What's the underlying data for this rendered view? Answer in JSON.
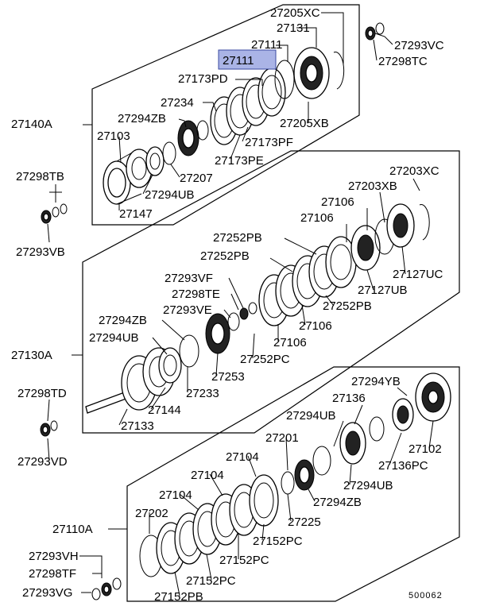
{
  "doc_id": "500062",
  "groups": {
    "upper": {
      "id": "27140A"
    },
    "middle": {
      "id": "27130A"
    },
    "lower": {
      "id": "27110A"
    }
  },
  "highlighted_part": "27111",
  "labels": {
    "p27205XC": "27205XC",
    "p27131": "27131",
    "p27111": "27111",
    "p27111hl": "27111",
    "p27173PD": "27173PD",
    "p27234": "27234",
    "p27294ZB_a": "27294ZB",
    "p27103": "27103",
    "p27205XB": "27205XB",
    "p27173PF": "27173PF",
    "p27173PE": "27173PE",
    "p27207": "27207",
    "p27294UB_a": "27294UB",
    "p27147": "27147",
    "p27293VC": "27293VC",
    "p27298TC": "27298TC",
    "p27298TB": "27298TB",
    "p27293VB": "27293VB",
    "p27203XC": "27203XC",
    "p27203XB": "27203XB",
    "p27106_a": "27106",
    "p27106_b": "27106",
    "p27252PB_a": "27252PB",
    "p27252PB_b": "27252PB",
    "p27127UC": "27127UC",
    "p27127UB": "27127UB",
    "p27252PB_c": "27252PB",
    "p27293VF": "27293VF",
    "p27298TE": "27298TE",
    "p27293VE": "27293VE",
    "p27294ZB_b": "27294ZB",
    "p27294UB_b": "27294UB",
    "p27106_c": "27106",
    "p27106_d": "27106",
    "p27252PC_a": "27252PC",
    "p27253": "27253",
    "p27233": "27233",
    "p27144": "27144",
    "p27133": "27133",
    "p27298TD": "27298TD",
    "p27293VD": "27293VD",
    "p27294YB": "27294YB",
    "p27136": "27136",
    "p27294UB_c": "27294UB",
    "p27102": "27102",
    "p27201": "27201",
    "p27136PC": "27136PC",
    "p27294UB_d": "27294UB",
    "p27104_a": "27104",
    "p27104_b": "27104",
    "p27104_c": "27104",
    "p27294ZB_c": "27294ZB",
    "p27225": "27225",
    "p27202": "27202",
    "p27152PC_a": "27152PC",
    "p27152PC_b": "27152PC",
    "p27152PC_c": "27152PC",
    "p27152PB": "27152PB",
    "p27293VH": "27293VH",
    "p27298TF": "27298TF",
    "p27293VG": "27293VG"
  }
}
